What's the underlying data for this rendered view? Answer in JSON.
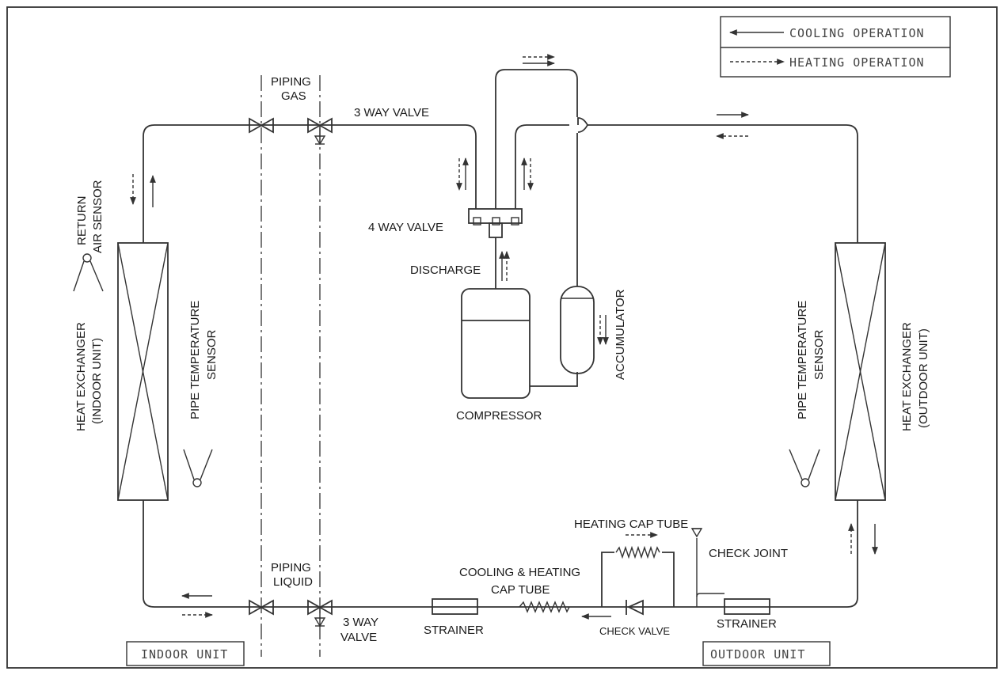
{
  "legend": {
    "cooling": "COOLING OPERATION",
    "heating": "HEATING OPERATION"
  },
  "labels": {
    "piping_gas_1": "PIPING",
    "piping_gas_2": "GAS",
    "three_way_valve_top": "3 WAY VALVE",
    "four_way_valve": "4 WAY VALVE",
    "discharge": "DISCHARGE",
    "compressor": "COMPRESSOR",
    "accumulator": "ACCUMULATOR",
    "return_air_1": "RETURN",
    "return_air_2": "AIR SENSOR",
    "hx_indoor_1": "HEAT EXCHANGER",
    "hx_indoor_2": "(INDOOR UNIT)",
    "pipe_temp_left_1": "PIPE TEMPERATURE",
    "pipe_temp_left_2": "SENSOR",
    "pipe_temp_right_1": "PIPE TEMPERATURE",
    "pipe_temp_right_2": "SENSOR",
    "hx_outdoor_1": "HEAT EXCHANGER",
    "hx_outdoor_2": "(OUTDOOR UNIT)",
    "heating_cap_tube": "HEATING CAP TUBE",
    "check_joint": "CHECK JOINT",
    "cooling_heating_1": "COOLING & HEATING",
    "cooling_heating_2": "CAP TUBE",
    "piping_liquid_1": "PIPING",
    "piping_liquid_2": "LIQUID",
    "three_way_valve_bottom_1": "3 WAY",
    "three_way_valve_bottom_2": "VALVE",
    "strainer_left": "STRAINER",
    "strainer_right": "STRAINER",
    "check_valve": "CHECK VALVE",
    "indoor_unit": "INDOOR UNIT",
    "outdoor_unit": "OUTDOOR UNIT"
  }
}
